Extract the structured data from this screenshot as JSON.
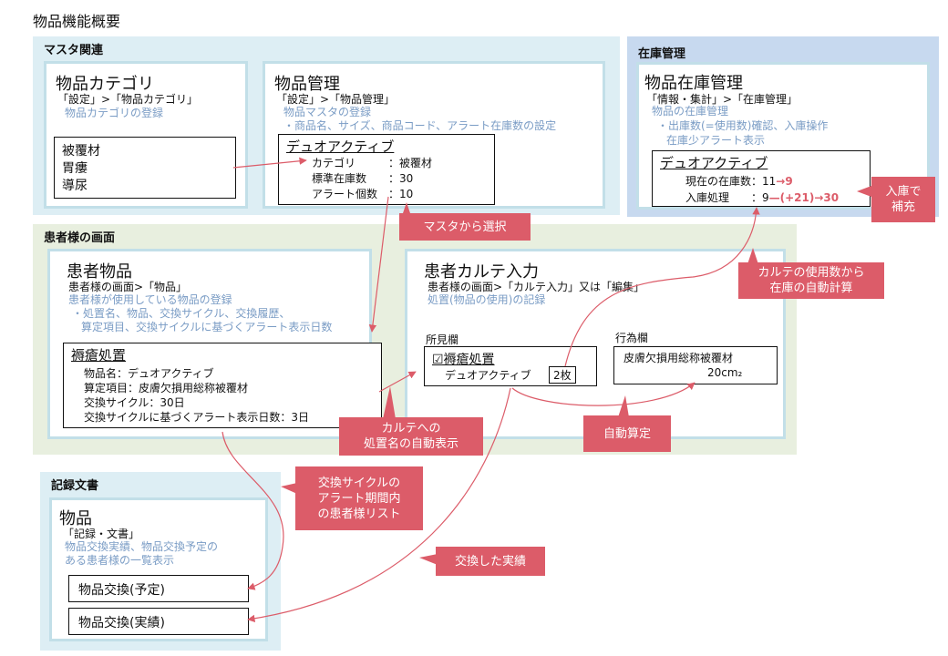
{
  "page_title": "物品機能概要",
  "master": {
    "section_title": "マスタ関連",
    "category_card": {
      "title": "物品カテゴリ",
      "path": "「設定」>「物品カテゴリ」",
      "desc": "物品カテゴリの登録",
      "items": [
        "被覆材",
        "胃瘻",
        "導尿"
      ]
    },
    "item_card": {
      "title": "物品管理",
      "path": "「設定」>「物品管理」",
      "desc1": "物品マスタの登録",
      "desc2": "・商品名、サイズ、商品コード、アラート在庫数の設定",
      "box": {
        "title": "デュオアクティブ",
        "rows": [
          {
            "label": "カテゴリ",
            "value": "：被覆材"
          },
          {
            "label": "標準在庫数",
            "value": "：30"
          },
          {
            "label": "アラート個数",
            "value": "：10"
          }
        ]
      }
    }
  },
  "stock": {
    "section_title": "在庫管理",
    "card": {
      "title": "物品在庫管理",
      "path": "「情報・集計」>「在庫管理」",
      "desc1": "物品の在庫管理",
      "desc2": "・出庫数(=使用数)確認、入庫操作",
      "desc3": "在庫少アラート表示",
      "box": {
        "title": "デュオアクティブ",
        "current_label": "現在の在庫数：11",
        "current_arrow": "→9",
        "incoming_label": "入庫処理　　：9",
        "incoming_red": "—(+21)→30"
      }
    }
  },
  "patient": {
    "section_title": "患者様の画面",
    "item_card": {
      "title": "患者物品",
      "path": "患者様の画面>「物品」",
      "desc1": "患者様が使用している物品の登録",
      "desc2": "・処置名、物品、交換サイクル、交換履歴、",
      "desc3": "算定項目、交換サイクルに基づくアラート表示日数",
      "box": {
        "title": "褥瘡処置",
        "lines": [
          "物品名：デュオアクティブ",
          "算定項目：皮膚欠損用総称被覆材",
          "交換サイクル：30日",
          "交換サイクルに基づくアラート表示日数：3日"
        ]
      }
    },
    "karte_card": {
      "title": "患者カルテ入力",
      "path": "患者様の画面>「カルテ入力」又は「編集」",
      "desc": "処置(物品の使用)の記録",
      "findings_label": "所見欄",
      "findings_box": {
        "title": "☑褥瘡処置",
        "item": "デュオアクティブ",
        "qty": "2枚"
      },
      "action_label": "行為欄",
      "action_box": {
        "line1": "皮膚欠損用総称被覆材",
        "line2": "20cm₂"
      }
    }
  },
  "records": {
    "section_title": "記録文書",
    "card": {
      "title": "物品",
      "path": "「記録・文書」",
      "desc1": "物品交換実績、物品交換予定の",
      "desc2": "ある患者様の一覧表示",
      "btn_planned": "物品交換(予定)",
      "btn_actual": "物品交換(実績)"
    }
  },
  "callouts": {
    "restock": [
      "入庫で",
      "補充"
    ],
    "master_select": "マスタから選択",
    "auto_calc": [
      "カルテの使用数から",
      "在庫の自動計算"
    ],
    "auto_display": [
      "カルテへの",
      "処置名の自動表示"
    ],
    "auto_billing": "自動算定",
    "patient_list": [
      "交換サイクルの",
      "アラート期間内",
      "の患者様リスト"
    ],
    "actual_exchange": "交換した実績"
  },
  "colors": {
    "accent": "#dc5c69",
    "desc": "#7a9cc5",
    "master_bg": "#ddeef4",
    "stock_bg": "#c7d9ef",
    "patient_bg": "#e8efdf"
  }
}
